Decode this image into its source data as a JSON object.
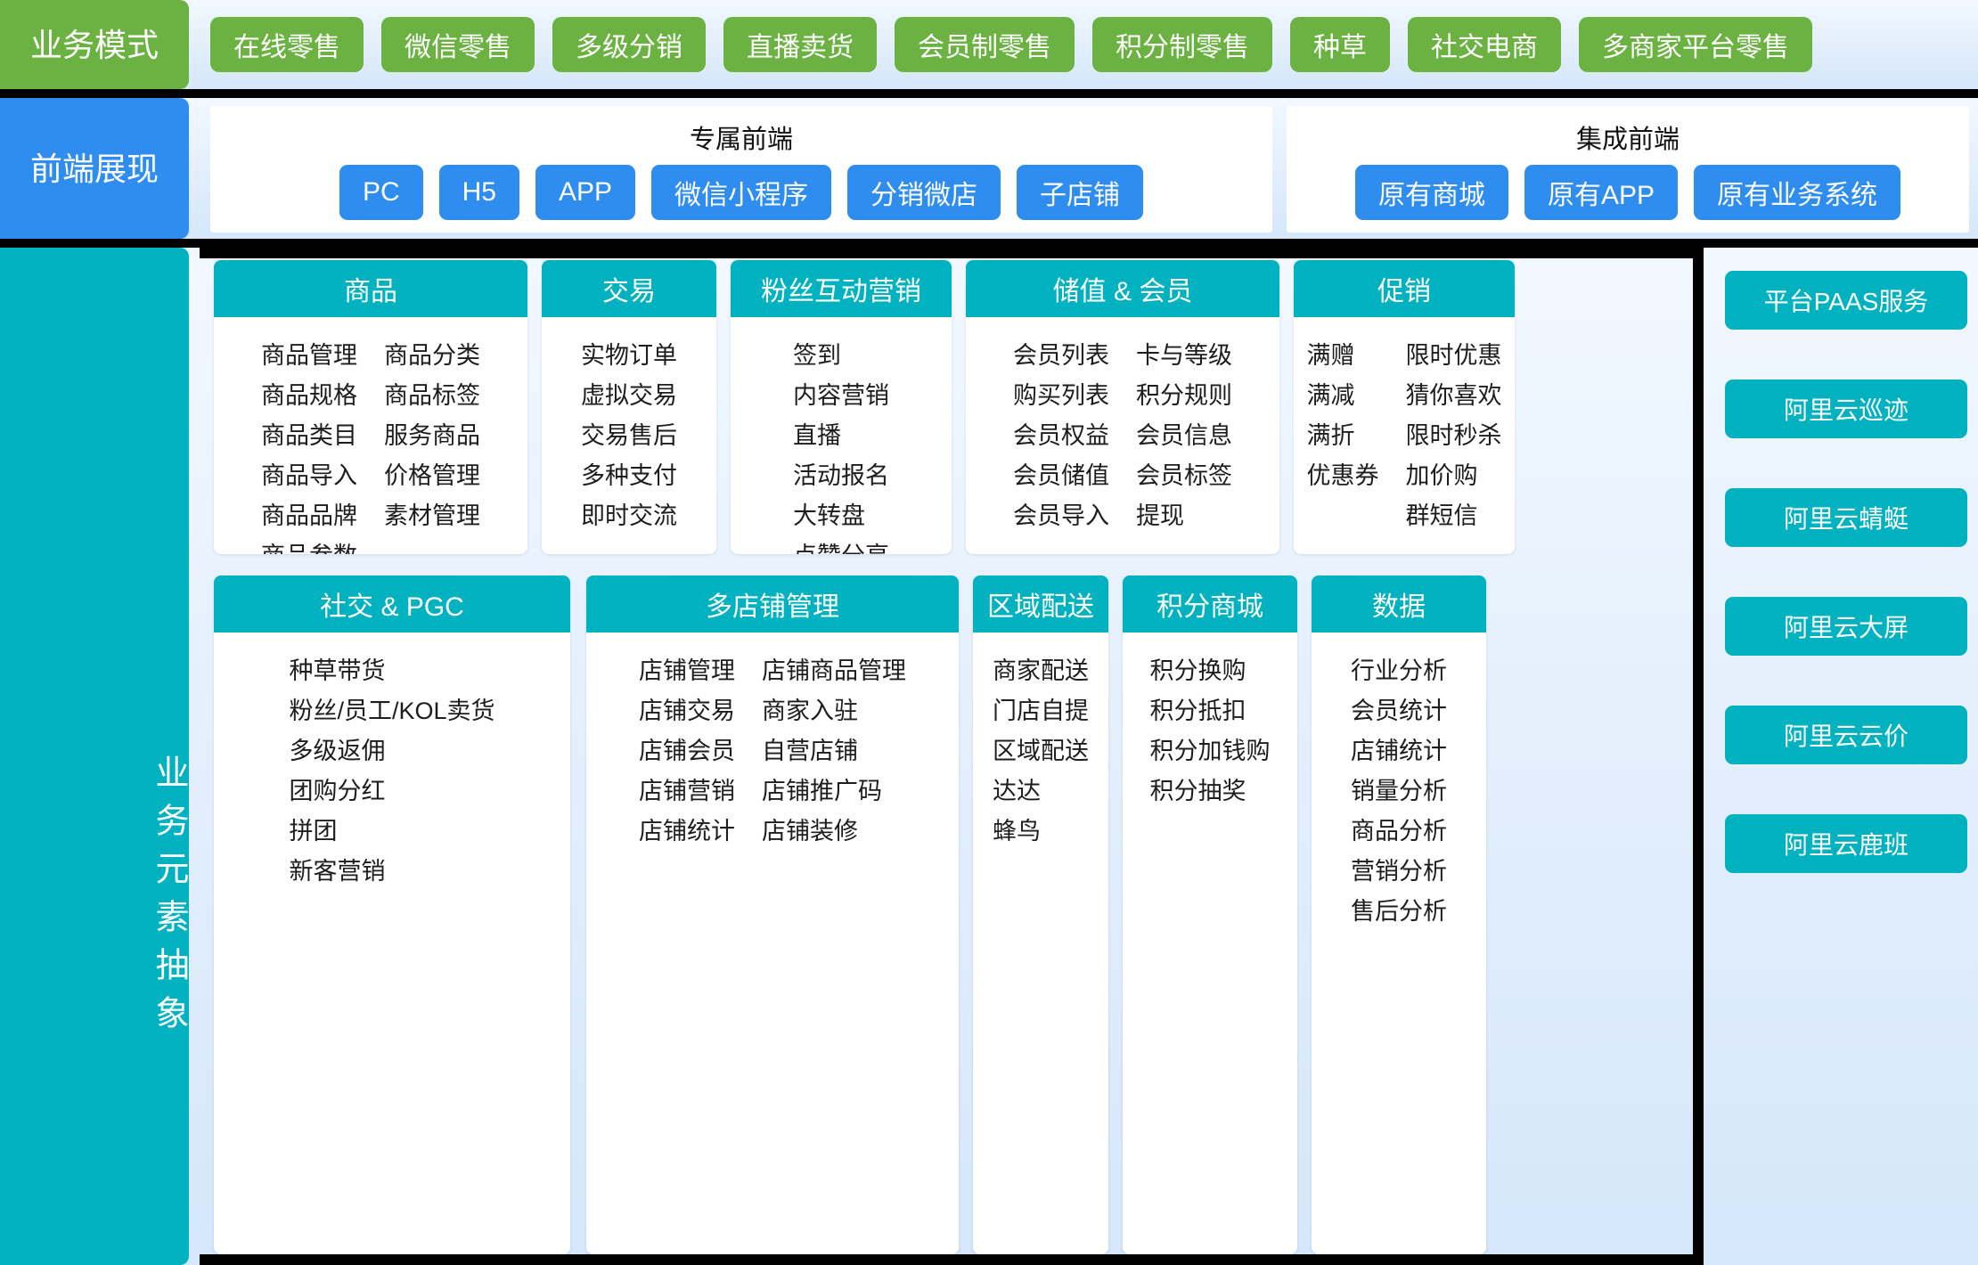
{
  "theme": {
    "green": "#6CB243",
    "blue": "#2E8DEF",
    "teal": "#00B2C0",
    "background": "#e8f2fd",
    "divider": "#000000",
    "card_text": "#1d1d1d"
  },
  "business_mode": {
    "label": "业务模式",
    "items": [
      "在线零售",
      "微信零售",
      "多级分销",
      "直播卖货",
      "会员制零售",
      "积分制零售",
      "种草",
      "社交电商",
      "多商家平台零售"
    ]
  },
  "frontend": {
    "label": "前端展现",
    "panels": [
      {
        "title": "专属前端",
        "items": [
          "PC",
          "H5",
          "APP",
          "微信小程序",
          "分销微店",
          "子店铺"
        ]
      },
      {
        "title": "集成前端",
        "items": [
          "原有商城",
          "原有APP",
          "原有业务系统"
        ]
      }
    ]
  },
  "business_elements": {
    "label": "业务元素抽象",
    "cards_top": [
      {
        "title": "商品",
        "columns": [
          [
            "商品管理",
            "商品规格",
            "商品类目",
            "商品导入",
            "商品品牌",
            "商品参数"
          ],
          [
            "商品分类",
            "商品标签",
            "服务商品",
            "价格管理",
            "素材管理"
          ]
        ]
      },
      {
        "title": "交易",
        "columns": [
          [
            "实物订单",
            "虚拟交易",
            "交易售后",
            "多种支付",
            "即时交流"
          ]
        ]
      },
      {
        "title": "粉丝互动营销",
        "columns": [
          [
            "签到",
            "内容营销",
            "直播",
            "活动报名",
            "大转盘",
            "点赞分享"
          ]
        ]
      },
      {
        "title": "储值 & 会员",
        "columns": [
          [
            "会员列表",
            "购买列表",
            "会员权益",
            "会员储值",
            "会员导入"
          ],
          [
            "卡与等级",
            "积分规则",
            "会员信息",
            "会员标签",
            "提现"
          ]
        ]
      },
      {
        "title": "促销",
        "columns": [
          [
            "满赠",
            "满减",
            "满折",
            "优惠券"
          ],
          [
            "限时优惠",
            "猜你喜欢",
            "限时秒杀",
            "加价购",
            "群短信"
          ]
        ]
      }
    ],
    "cards_bottom": [
      {
        "title": "社交 & PGC",
        "columns": [
          [
            "种草带货",
            "粉丝/员工/KOL卖货",
            "多级返佣",
            "团购分红",
            "拼团",
            "新客营销"
          ]
        ]
      },
      {
        "title": "多店铺管理",
        "columns": [
          [
            "店铺管理",
            "店铺交易",
            "店铺会员",
            "店铺营销",
            "店铺统计"
          ],
          [
            "店铺商品管理",
            "商家入驻",
            "自营店铺",
            "店铺推广码",
            "店铺装修"
          ]
        ]
      },
      {
        "title": "区域配送",
        "columns": [
          [
            "商家配送",
            "门店自提",
            "区域配送",
            "达达",
            "蜂鸟"
          ]
        ]
      },
      {
        "title": "积分商城",
        "columns": [
          [
            "积分换购",
            "积分抵扣",
            "积分加钱购",
            "积分抽奖"
          ]
        ]
      },
      {
        "title": "数据",
        "columns": [
          [
            "行业分析",
            "会员统计",
            "店铺统计",
            "销量分析",
            "商品分析",
            "营销分析",
            "售后分析"
          ]
        ]
      }
    ]
  },
  "paas": {
    "items": [
      "平台PAAS服务",
      "阿里云巡迹",
      "阿里云蜻蜓",
      "阿里云大屏",
      "阿里云云价",
      "阿里云鹿班"
    ]
  }
}
